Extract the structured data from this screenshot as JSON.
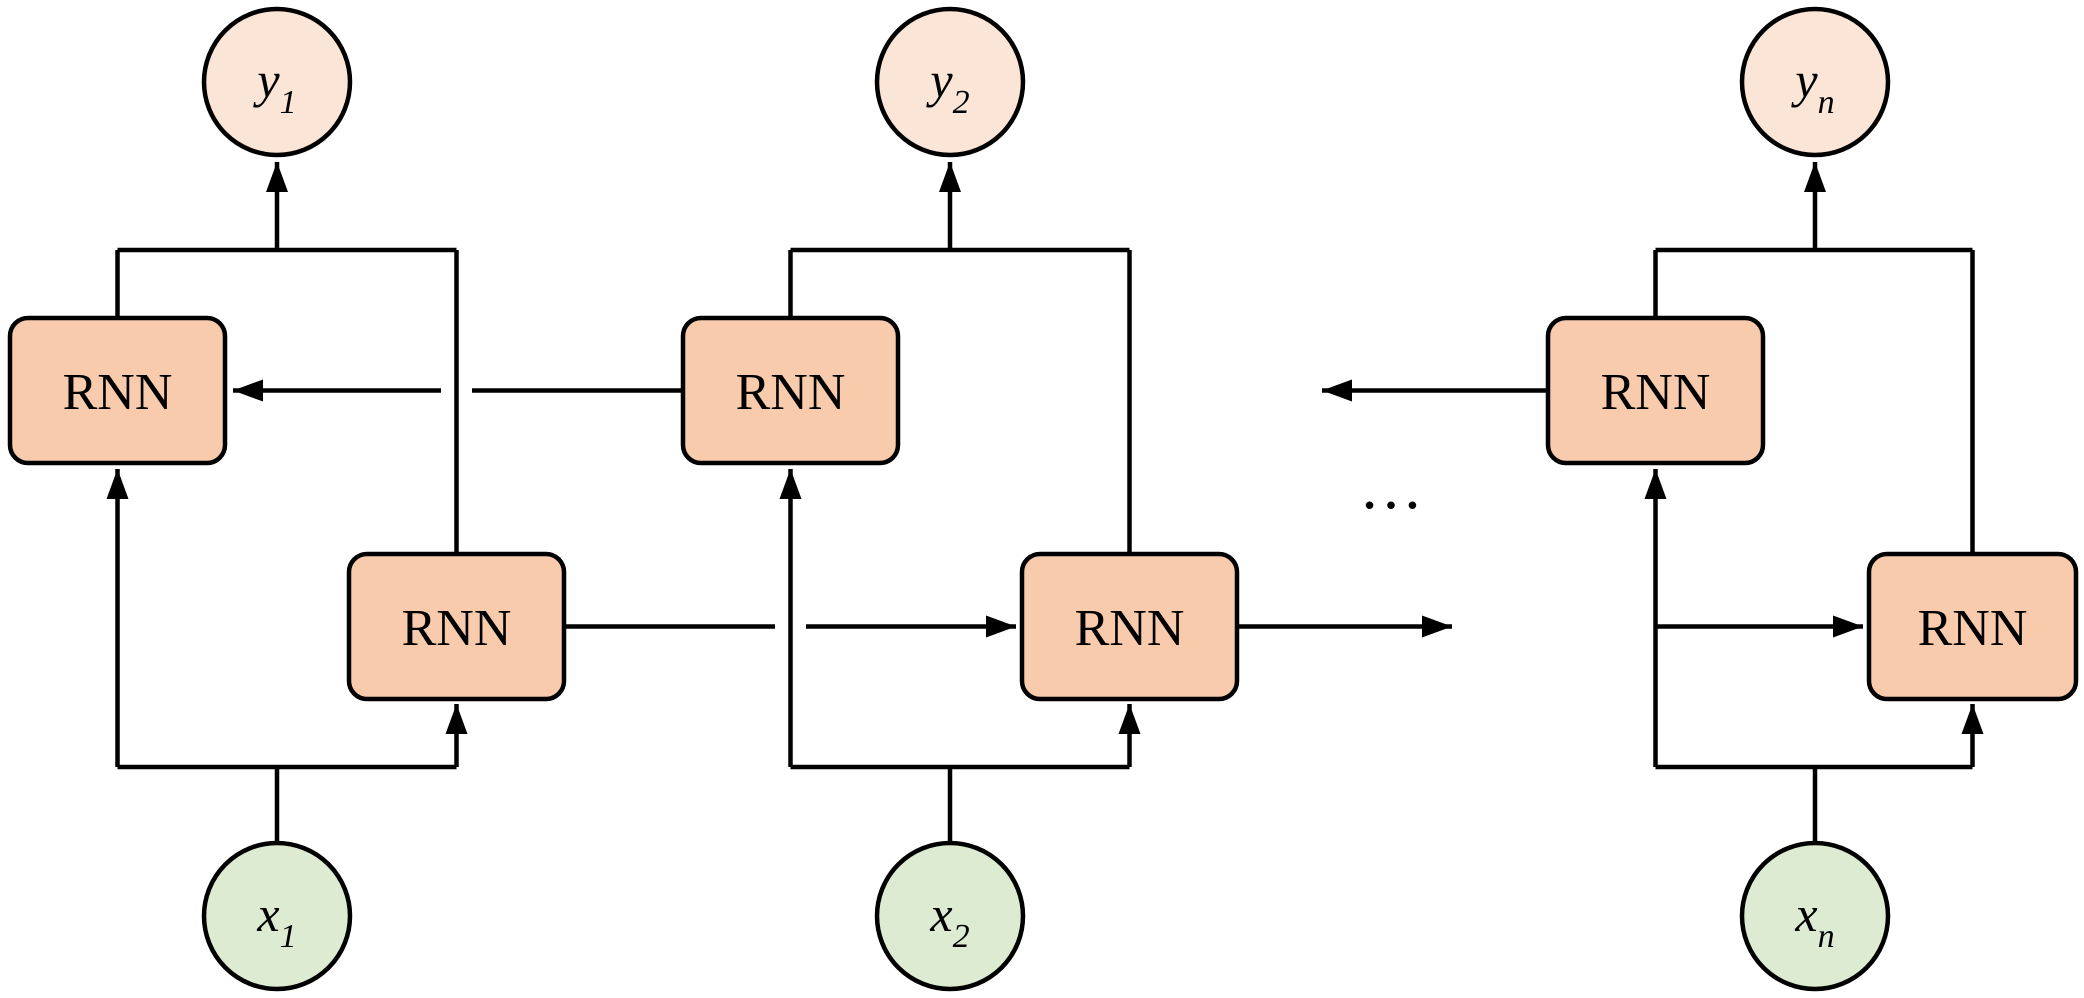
{
  "diagram": {
    "rnn_label": "RNN",
    "ellipsis": "…",
    "columns": [
      {
        "input_base": "x",
        "input_sub": "1",
        "output_base": "y",
        "output_sub": "1"
      },
      {
        "input_base": "x",
        "input_sub": "2",
        "output_base": "y",
        "output_sub": "2"
      },
      {
        "input_base": "x",
        "input_sub": "n",
        "output_base": "y",
        "output_sub": "n"
      }
    ],
    "colors": {
      "rnn_box_fill": "#F8CBAD",
      "output_node_fill": "#FBE5D6",
      "input_node_fill": "#DDEBD3",
      "stroke": "#000000",
      "background": "#FFFFFF"
    }
  }
}
